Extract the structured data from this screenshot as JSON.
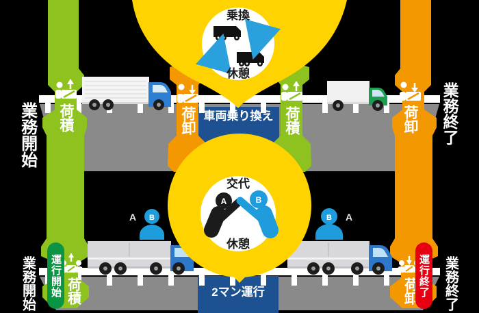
{
  "diagram_title_implicit": "truck-relay-operation-diagram",
  "colors": {
    "background": "#000000",
    "yellow_balloon": "#FFD300",
    "green_ribbon": "#8DC21F",
    "dark_green_box": "#0B9444",
    "orange_ribbon": "#F39800",
    "red_box": "#E60012",
    "navy_banner": "#1D5191",
    "blue_accent": "#1F9CDB",
    "road_gray": "#8A8A8A",
    "rail_white": "#FFFFFF",
    "figure_black": "#1B1B1B"
  },
  "icons": {
    "load": "person-loading-box-up-arrow",
    "unload": "person-unloading-box-down-arrow",
    "two_person_load": "two-people-loading-box-up-arrow",
    "two_person_unload": "two-people-unloading-box-down-arrow",
    "swap_cycle": "two-trucks-cycle-arrows",
    "driver_swap": "two-drivers-handoff"
  },
  "top": {
    "start_label": "業務開始",
    "load_label": "荷積",
    "center_unload_label": "荷卸",
    "center_load_label": "荷積",
    "unload_label": "荷卸",
    "end_label": "業務終了",
    "balloon_title": "乗換",
    "balloon_caption": "休憩",
    "banner": "車両乗り換え"
  },
  "bottom": {
    "start_label": "業務開始",
    "op_start_label": "運行開始",
    "load_label": "荷積",
    "unload_label": "荷卸",
    "op_end_label": "運行終了",
    "end_label": "業務終了",
    "balloon_title": "交代",
    "balloon_caption": "休憩",
    "banner": "2マン運行",
    "driver_a": "A",
    "driver_b": "B"
  }
}
